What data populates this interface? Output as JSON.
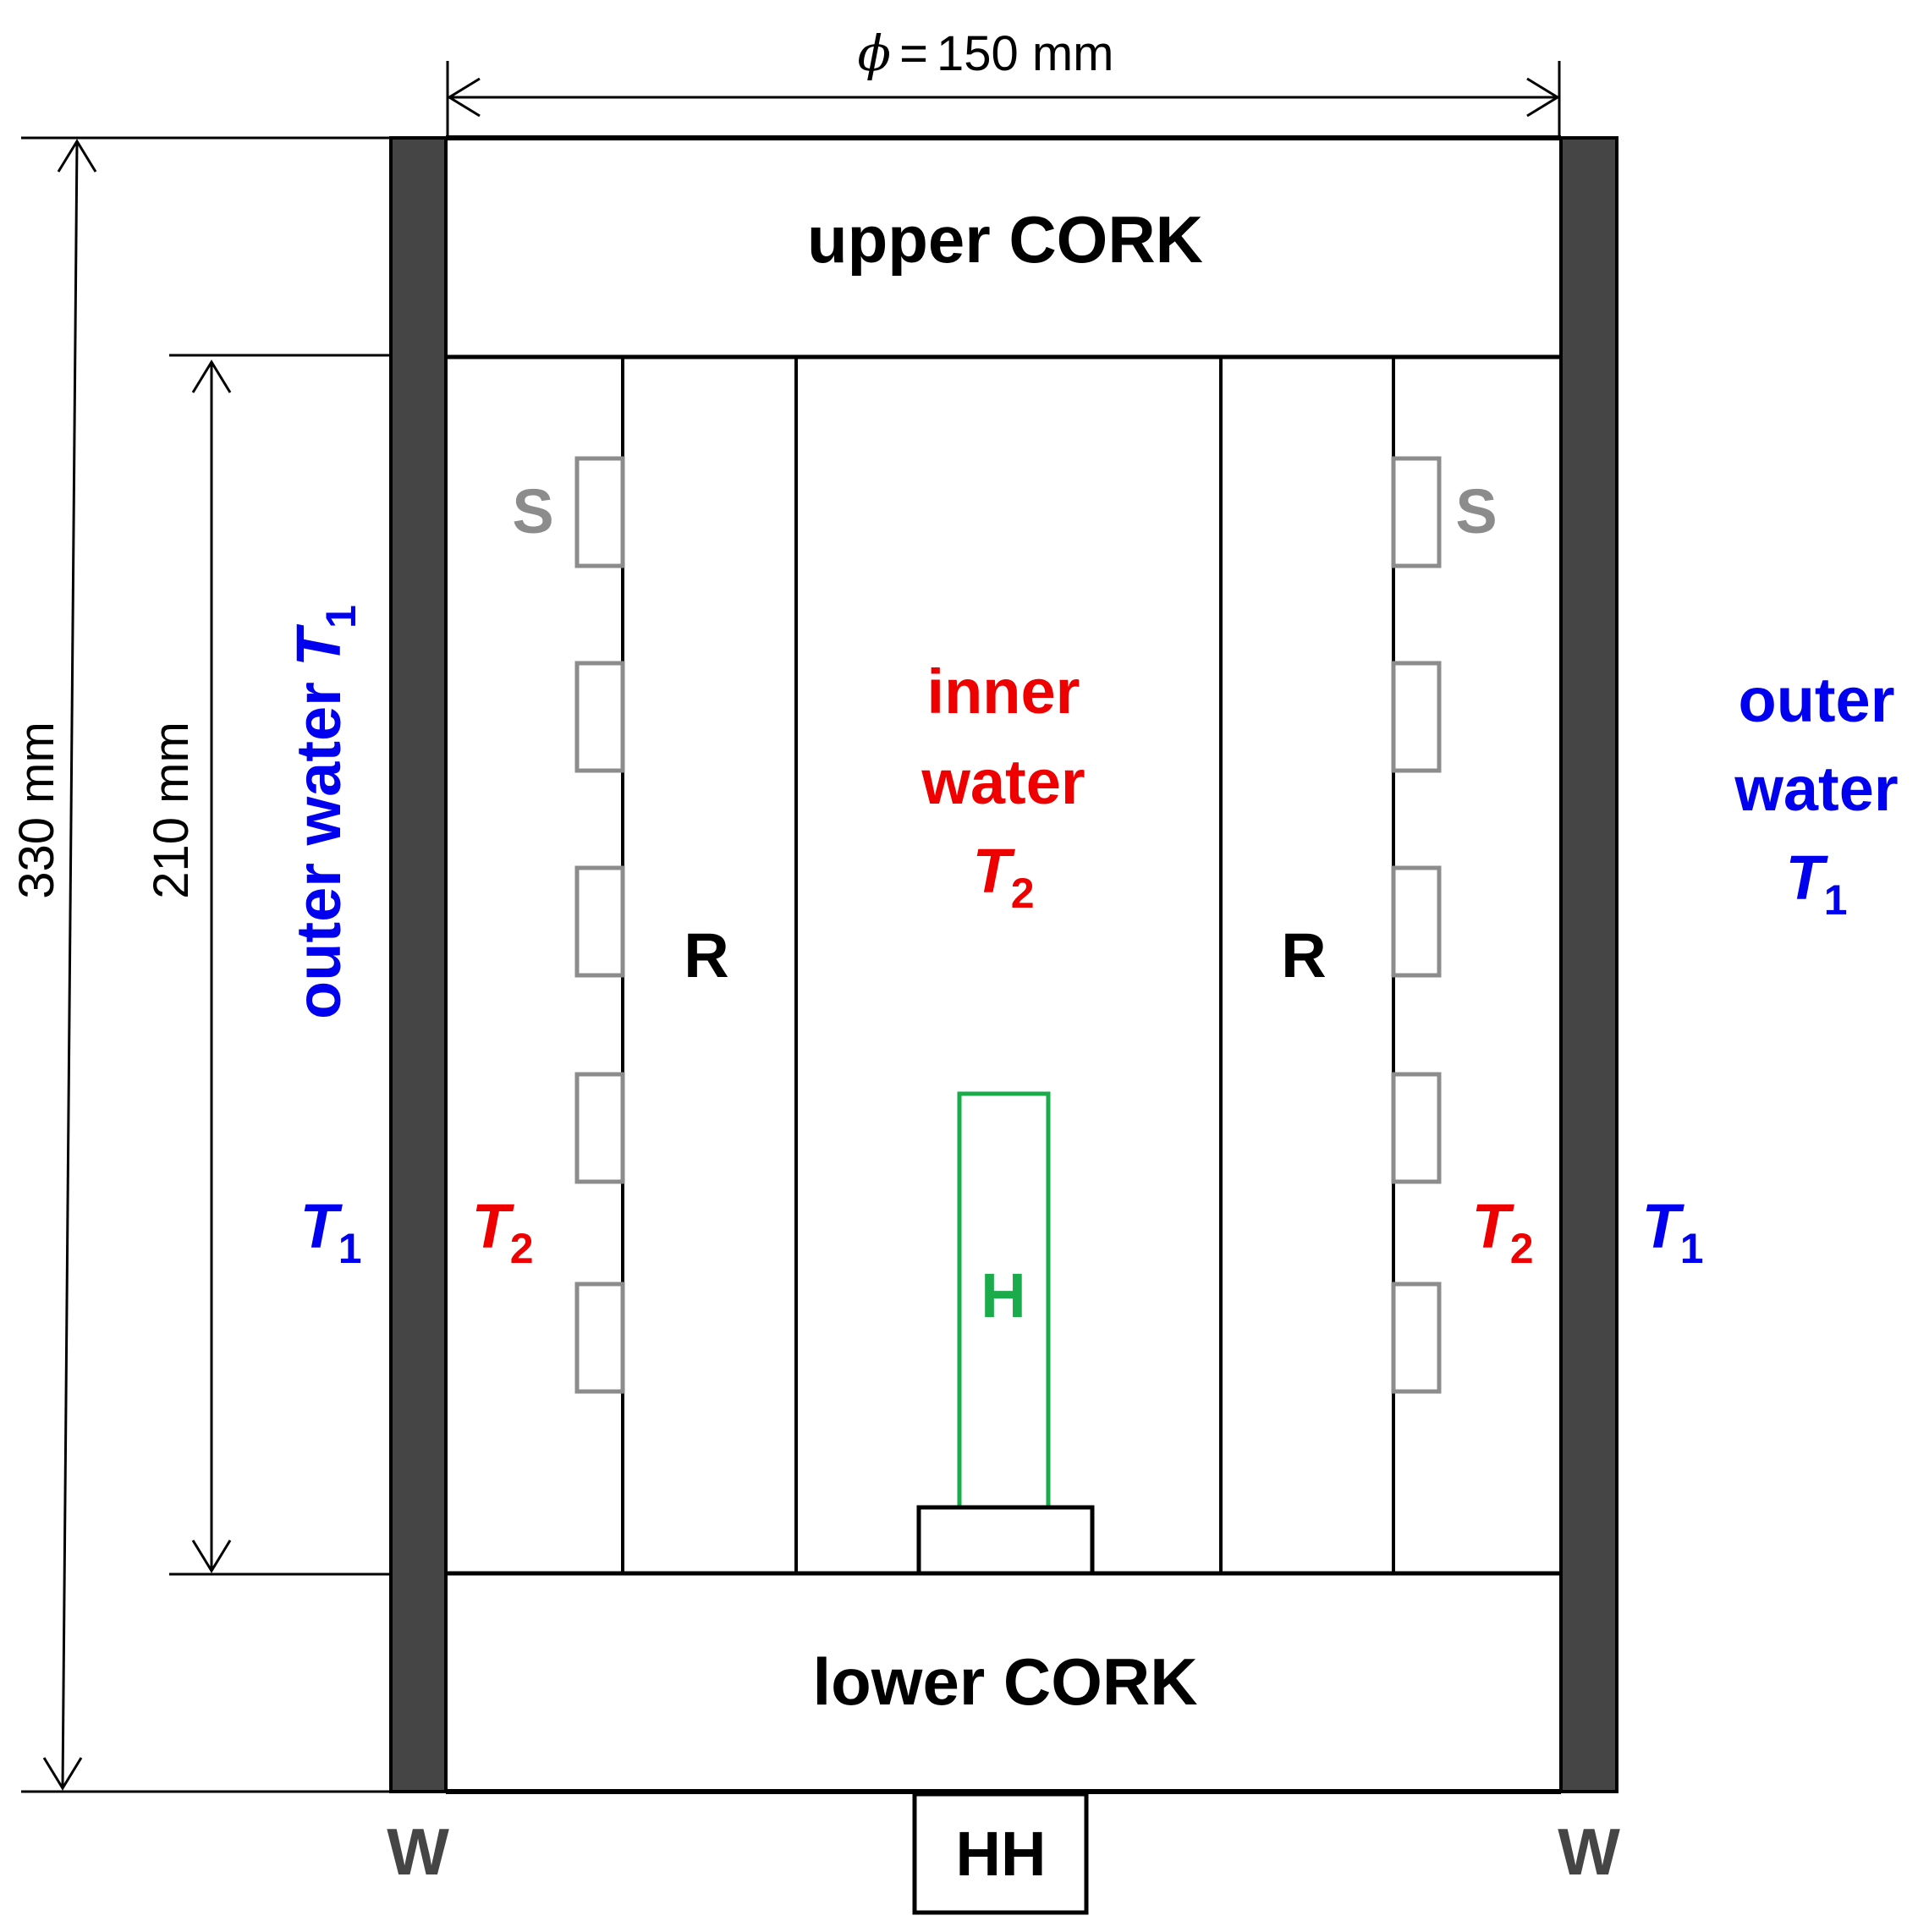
{
  "colors": {
    "wall": "#454545",
    "line": "#000000",
    "sensor": "#8c8c8c",
    "outer": "#0000ee",
    "inner": "#ee0000",
    "heater": "#1aab4a",
    "label_gray": "#808080"
  },
  "dimensions": {
    "diameter": {
      "symbol": "ϕ",
      "eq": "=",
      "value": "150 mm"
    },
    "height_total": "330 mm",
    "height_inner": "210 mm"
  },
  "labels": {
    "upper_cork": "upper CORK",
    "lower_cork": "lower CORK",
    "inner_water_line1": "inner",
    "inner_water_line2": "water",
    "outer_water_left": "outer water",
    "outer_water_right_line1": "outer",
    "outer_water_right_line2": "water",
    "reflector": "R",
    "sensor": "S",
    "heater": "H",
    "heater_holder": "HH",
    "wall": "W"
  },
  "temperatures": {
    "T1": {
      "letter": "T",
      "sub": "1"
    },
    "T2": {
      "letter": "T",
      "sub": "2"
    }
  },
  "icons": {
    "arrowheads": "open-chevron-arrowhead"
  }
}
